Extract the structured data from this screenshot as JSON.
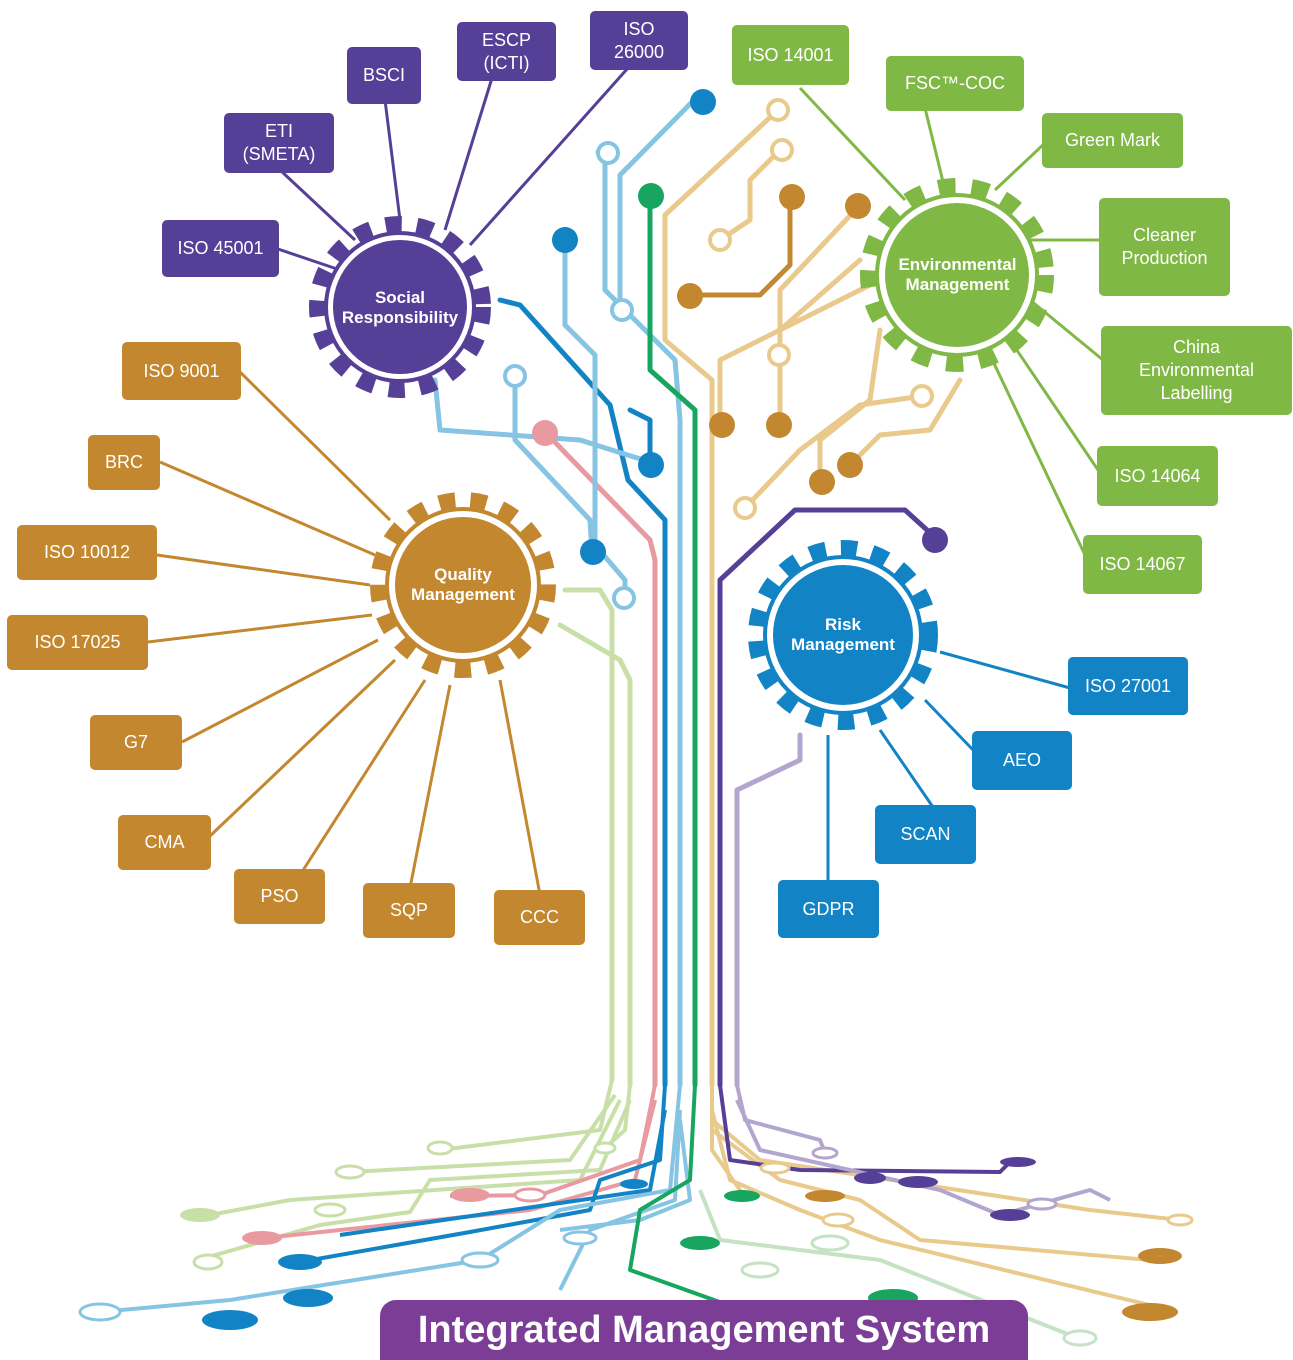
{
  "title": "Integrated Management System",
  "colors": {
    "social": "#563f96",
    "environmental": "#80b846",
    "quality": "#c3882f",
    "risk": "#1283c4",
    "title_bg": "#7b3d96"
  },
  "hubs": {
    "social": "Social\nResponsibility",
    "environmental": "Environmental\nManagement",
    "quality": "Quality\nManagement",
    "risk": "Risk\nManagement"
  },
  "social_standards": {
    "iso45001": "ISO 45001",
    "eti": "ETI\n(SMETA)",
    "bsci": "BSCI",
    "escp": "ESCP\n(ICTI)",
    "iso26000": "ISO\n26000"
  },
  "environmental_standards": {
    "iso14001": "ISO 14001",
    "fsc": "FSC™-COC",
    "green_mark": "Green Mark",
    "cleaner": "Cleaner\nProduction",
    "china_env": "China\nEnvironmental\nLabelling",
    "iso14064": "ISO 14064",
    "iso14067": "ISO 14067"
  },
  "quality_standards": {
    "iso9001": "ISO 9001",
    "brc": "BRC",
    "iso10012": "ISO 10012",
    "iso17025": "ISO 17025",
    "g7": "G7",
    "cma": "CMA",
    "pso": "PSO",
    "sqp": "SQP",
    "ccc": "CCC"
  },
  "risk_standards": {
    "iso27001": "ISO 27001",
    "aeo": "AEO",
    "scan": "SCAN",
    "gdpr": "GDPR"
  }
}
